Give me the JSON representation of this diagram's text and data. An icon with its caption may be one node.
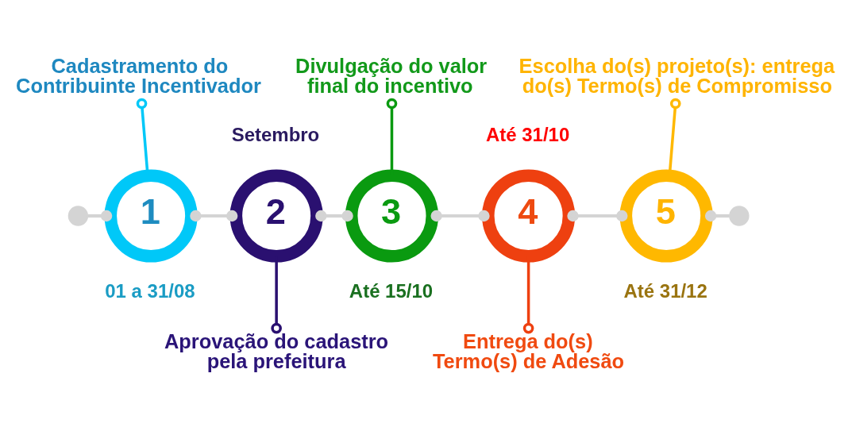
{
  "diagram": {
    "nodes": [
      {
        "text": [],
        "shape": "circle"
      },
      {
        "text": [
          "1"
        ],
        "beside": [
          "01 a 31/08"
        ]
      },
      {
        "text": [
          "Cadastramento do Contribuinte Incentivador"
        ]
      },
      {
        "text": [
          "2"
        ],
        "beside": [
          "Setembro"
        ]
      },
      {
        "text": [
          "Aprovação do cadastro pela prefeitura"
        ]
      },
      {
        "text": [
          "3"
        ],
        "beside": [
          "Até 15/10"
        ]
      },
      {
        "text": [
          "Divulgação do valor final do incentivo"
        ]
      },
      {
        "text": [
          "4"
        ],
        "beside": [
          "Até 31/10"
        ]
      },
      {
        "text": [
          "Entrega do(s) Termo(s) de Adesão"
        ]
      },
      {
        "text": [
          "5"
        ],
        "beside": [
          "Até 31/12"
        ]
      },
      {
        "text": [
          "Escolha do(s) projeto(s): entrega do(s) Termo(s) de Compromisso"
        ]
      },
      {
        "text": [],
        "shape": "circle"
      }
    ],
    "edges": [
      {
        "from": 0,
        "to": 1,
        "arrow": "other"
      },
      {
        "from": 2,
        "to": 1,
        "arrow": "other",
        "color": "#00c8f8"
      },
      {
        "from": 1,
        "to": 3,
        "arrow": "other"
      },
      {
        "from": 3,
        "to": 4,
        "arrow": "other",
        "color": "#2a1070"
      },
      {
        "from": 3,
        "to": 5,
        "arrow": "other"
      },
      {
        "from": 6,
        "to": 5,
        "arrow": "other",
        "color": "#0a9a10"
      },
      {
        "from": 5,
        "to": 7,
        "arrow": "other"
      },
      {
        "from": 7,
        "to": 8,
        "arrow": "other",
        "color": "#ee4010"
      },
      {
        "from": 7,
        "to": 9,
        "arrow": "other"
      },
      {
        "from": 10,
        "to": 9,
        "arrow": "other",
        "color": "#ffb800"
      },
      {
        "from": 9,
        "to": 11,
        "arrow": "other"
      }
    ]
  }
}
